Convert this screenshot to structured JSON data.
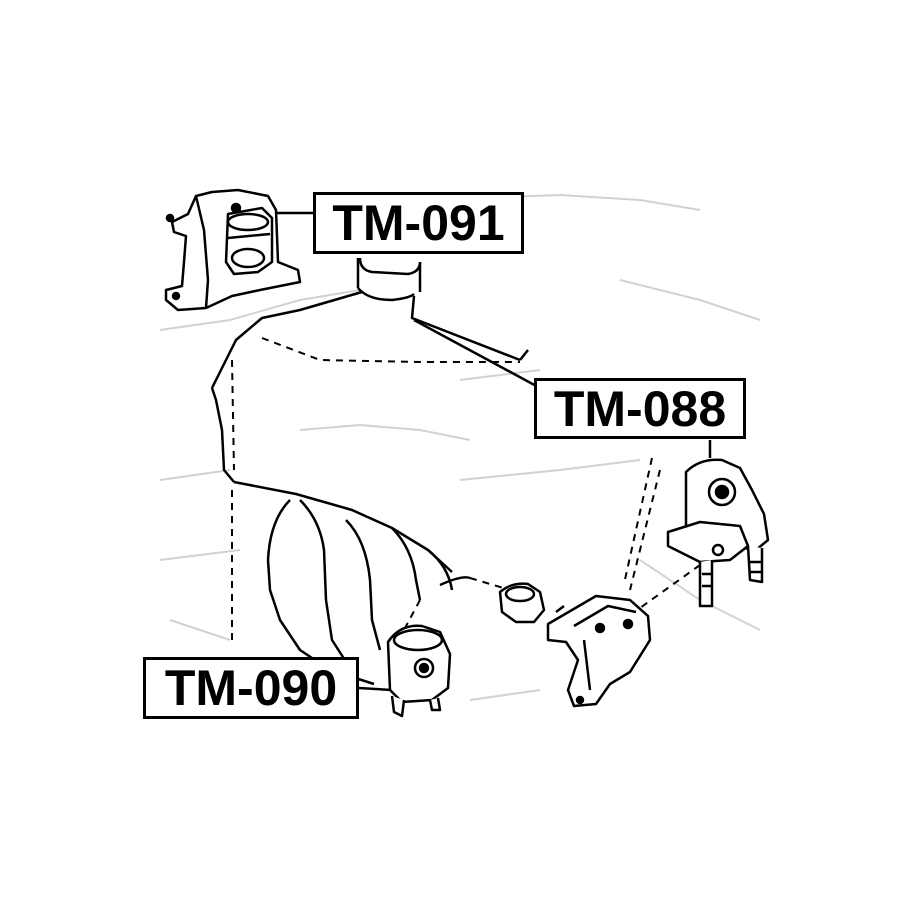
{
  "labels": {
    "top": "TM-091",
    "right": "TM-088",
    "bottom_left": "TM-090"
  },
  "colors": {
    "line": "#000000",
    "faint": "#cfcfcf",
    "background": "#ffffff"
  }
}
